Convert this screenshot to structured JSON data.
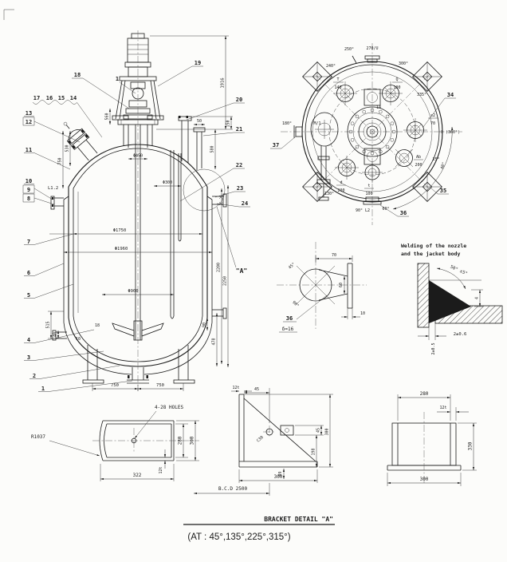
{
  "front_view": {
    "callout_1_top": "1",
    "callouts": {
      "c1": "1",
      "c2": "2",
      "c3": "3",
      "c4": "4",
      "c5": "5",
      "c6": "6",
      "c7": "7",
      "c8": "8",
      "c9": "9",
      "c10": "10",
      "c11": "11",
      "c12": "12",
      "c13": "13",
      "c14": "14",
      "c15": "15",
      "c16": "16",
      "c17": "17",
      "c18": "18",
      "c19": "19",
      "c20": "20",
      "c21": "21",
      "c22": "22",
      "c23": "23",
      "c24": "24"
    },
    "detail_ref": "\"A\"",
    "dims": {
      "overall_height": "1916",
      "d560": "560",
      "d150": "150",
      "d580": "580",
      "d530": "530",
      "d750v": "750",
      "dia450": "Φ450",
      "dia300": "Φ300",
      "dia1750": "Φ1750",
      "dia1960": "Φ1960",
      "dia900": "Φ900",
      "level": "L1.2",
      "d50": "50",
      "d515": "515",
      "d40": "40",
      "d18": "18",
      "d10": "10",
      "d478": "478",
      "d90": "90",
      "d2200": "2200",
      "d2250": "2250",
      "leg_left": "750",
      "leg_right": "750"
    }
  },
  "plan_view": {
    "angles": {
      "a240": "240°",
      "a250": "250°",
      "a270": "270/U",
      "a300": "300°",
      "a335": "335°",
      "a0": "0 (360°)",
      "a25": "25°",
      "a40": "40°",
      "a130": "130°",
      "a180": "180°",
      "a90": "90° L2",
      "a60": "60°"
    },
    "nozzle_tags": {
      "t_top": "T",
      "t_bot": "140",
      "q_top": "Q",
      "q_bot": "100",
      "s_top": "s2",
      "s_bot": "70",
      "ab_top": "Ab",
      "ab_bot": "200",
      "d_top": "d",
      "d_bot": "200",
      "tt_top": "t",
      "tt_bot": "100",
      "manhole": "M/1",
      "sight": "14"
    },
    "callouts": {
      "c34": "34",
      "c35": "35",
      "c36": "36",
      "c37": "37"
    }
  },
  "nozzle_detail": {
    "callout": "36",
    "thickness": "δ=16",
    "d70": "70",
    "d10": "10",
    "d60": "60",
    "a45": "45°",
    "a90": "90°"
  },
  "welding_detail": {
    "title1": "Welding of the nozzle",
    "title2": "and the jacket body",
    "angle": "50° ±5°",
    "leg": "4",
    "gap": "2±0.6",
    "root": "2±0.5"
  },
  "bracket_plate": {
    "holes_note": "4-28 HOLES",
    "radius": "R1037",
    "d322": "322",
    "d280": "280",
    "d300": "300",
    "thk": "12t"
  },
  "bracket_gusset": {
    "thk": "12t",
    "d45_top": "45",
    "chamfer": "C30",
    "d45_right": "45",
    "d300_right": "300",
    "d198": "198",
    "d99": "99",
    "d300_bottom": "300",
    "bcd": "B.C.D 2500"
  },
  "bracket_channel": {
    "d280": "280",
    "thk": "12t",
    "d330": "330",
    "d300": "300"
  },
  "caption": {
    "title": "BRACKET DETAIL \"A\"",
    "subtitle": "(AT : 45°,135°,225°,315°)"
  }
}
